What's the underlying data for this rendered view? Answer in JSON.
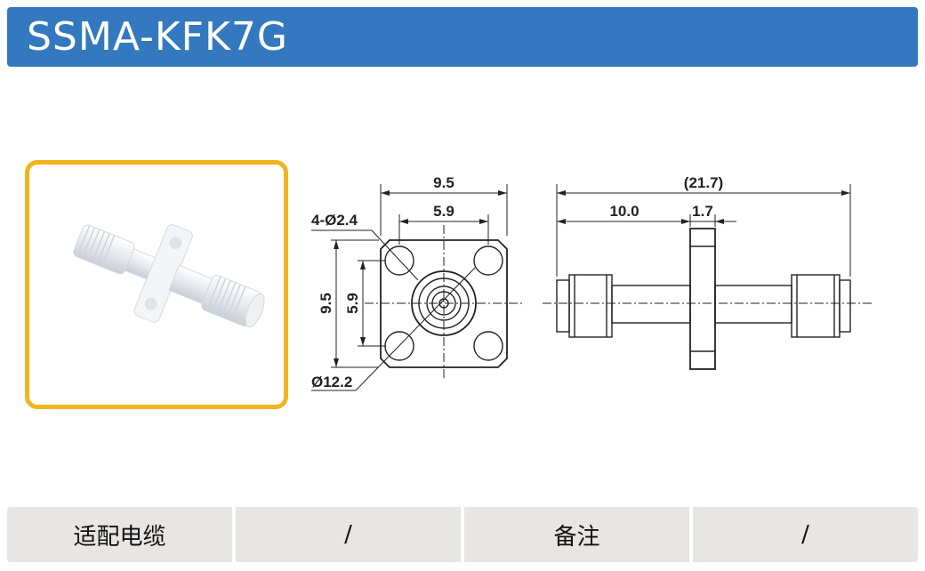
{
  "header": {
    "title": "SSMA-KFK7G"
  },
  "dimensions": {
    "front_width": "9.5",
    "front_hole_spacing": "5.9",
    "holes": "4-Ø2.4",
    "front_height": "9.5",
    "front_hole_spacing_v": "5.9",
    "outer_diameter": "Ø12.2",
    "side_total": "(21.7)",
    "side_length": "10.0",
    "flange_thickness": "1.7"
  },
  "footer": {
    "cells": [
      "适配电缆",
      "/",
      "备注",
      "/"
    ]
  },
  "colors": {
    "header": "#3478c0",
    "frame": "#f2b31c",
    "footer": "#e8e6e4"
  }
}
